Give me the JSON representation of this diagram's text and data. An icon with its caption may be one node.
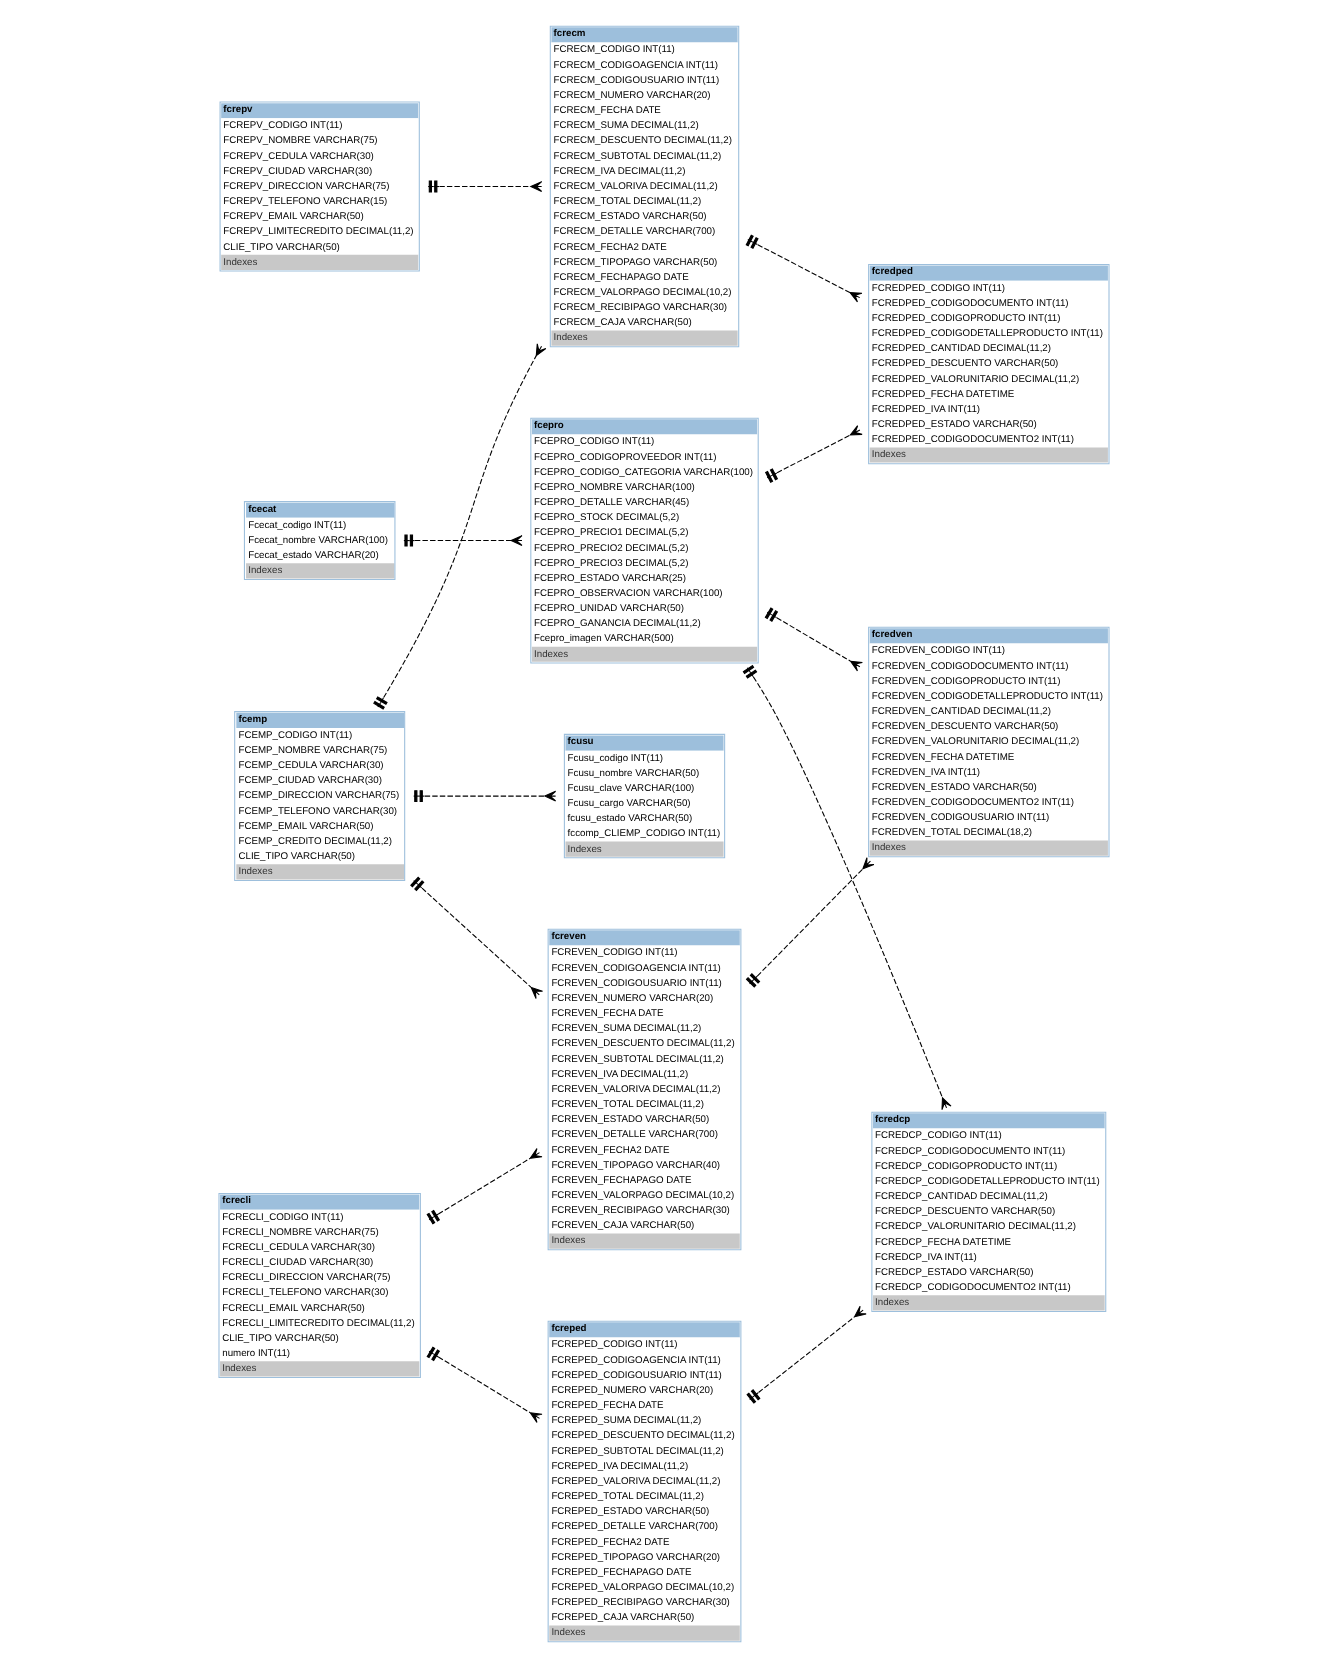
{
  "diagram": {
    "nodes": [
      {
        "text": [
          "fcrepv",
          "FCREPV_CODIGO INT(11)",
          "FCREPV_NOMBRE VARCHAR(75)",
          "FCREPV_CEDULA VARCHAR(30)",
          "FCREPV_CIUDAD VARCHAR(30)",
          "FCREPV_DIRECCION VARCHAR(75)",
          "FCREPV_TELEFONO VARCHAR(15)",
          "FCREPV_EMAIL VARCHAR(50)",
          "FCREPV_LIMITECREDITO DECIMAL(11,2)",
          "CLIE_TIPO VARCHAR(50)",
          "Indexes"
        ]
      },
      {
        "text": [
          "fcrecm",
          "FCRECM_CODIGO INT(11)",
          "FCRECM_CODIGOAGENCIA INT(11)",
          "FCRECM_CODIGOUSUARIO INT(11)",
          "FCRECM_NUMERO VARCHAR(20)",
          "FCRECM_FECHA DATE",
          "FCRECM_SUMA DECIMAL(11,2)",
          "FCRECM_DESCUENTO DECIMAL(11,2)",
          "FCRECM_SUBTOTAL DECIMAL(11,2)",
          "FCRECM_IVA DECIMAL(11,2)",
          "FCRECM_VALORIVA DECIMAL(11,2)",
          "FCRECM_TOTAL DECIMAL(11,2)",
          "FCRECM_ESTADO VARCHAR(50)",
          "FCRECM_DETALLE VARCHAR(700)",
          "FCRECM_FECHA2 DATE",
          "FCRECM_TIPOPAGO VARCHAR(50)",
          "FCRECM_FECHAPAGO DATE",
          "FCRECM_VALORPAGO DECIMAL(10,2)",
          "FCRECM_RECIBIPAGO VARCHAR(30)",
          "FCRECM_CAJA VARCHAR(50)",
          "Indexes"
        ]
      },
      {
        "text": [
          "fcusu",
          "Fcusu_codigo INT(11)",
          "Fcusu_nombre VARCHAR(50)",
          "Fcusu_clave VARCHAR(100)",
          "Fcusu_cargo VARCHAR(50)",
          "fcusu_estado VARCHAR(50)",
          "fccomp_CLIEMP_CODIGO INT(11)",
          "Indexes"
        ]
      },
      {
        "text": [
          "fcemp",
          "FCEMP_CODIGO INT(11)",
          "FCEMP_NOMBRE VARCHAR(75)",
          "FCEMP_CEDULA VARCHAR(30)",
          "FCEMP_CIUDAD VARCHAR(30)",
          "FCEMP_DIRECCION VARCHAR(75)",
          "FCEMP_TELEFONO VARCHAR(30)",
          "FCEMP_EMAIL VARCHAR(50)",
          "FCEMP_CREDITO DECIMAL(11,2)",
          "CLIE_TIPO VARCHAR(50)",
          "Indexes"
        ]
      },
      {
        "text": [
          "fcreven",
          "FCREVEN_CODIGO INT(11)",
          "FCREVEN_CODIGOAGENCIA INT(11)",
          "FCREVEN_CODIGOUSUARIO INT(11)",
          "FCREVEN_NUMERO VARCHAR(20)",
          "FCREVEN_FECHA DATE",
          "FCREVEN_SUMA DECIMAL(11,2)",
          "FCREVEN_DESCUENTO DECIMAL(11,2)",
          "FCREVEN_SUBTOTAL DECIMAL(11,2)",
          "FCREVEN_IVA DECIMAL(11,2)",
          "FCREVEN_VALORIVA DECIMAL(11,2)",
          "FCREVEN_TOTAL DECIMAL(11,2)",
          "FCREVEN_ESTADO VARCHAR(50)",
          "FCREVEN_DETALLE VARCHAR(700)",
          "FCREVEN_FECHA2 DATE",
          "FCREVEN_TIPOPAGO VARCHAR(40)",
          "FCREVEN_FECHAPAGO DATE",
          "FCREVEN_VALORPAGO DECIMAL(10,2)",
          "FCREVEN_RECIBIPAGO VARCHAR(30)",
          "FCREVEN_CAJA VARCHAR(50)",
          "Indexes"
        ]
      },
      {
        "text": [
          "fcrecli",
          "FCRECLI_CODIGO INT(11)",
          "FCRECLI_NOMBRE VARCHAR(75)",
          "FCRECLI_CEDULA VARCHAR(30)",
          "FCRECLI_CIUDAD VARCHAR(30)",
          "FCRECLI_DIRECCION VARCHAR(75)",
          "FCRECLI_TELEFONO VARCHAR(30)",
          "FCRECLI_EMAIL VARCHAR(50)",
          "FCRECLI_LIMITECREDITO DECIMAL(11,2)",
          "CLIE_TIPO VARCHAR(50)",
          "numero INT(11)",
          "Indexes"
        ]
      },
      {
        "text": [
          "fcredven",
          "FCREDVEN_CODIGO INT(11)",
          "FCREDVEN_CODIGODOCUMENTO INT(11)",
          "FCREDVEN_CODIGOPRODUCTO INT(11)",
          "FCREDVEN_CODIGODETALLEPRODUCTO INT(11)",
          "FCREDVEN_CANTIDAD DECIMAL(11,2)",
          "FCREDVEN_DESCUENTO VARCHAR(50)",
          "FCREDVEN_VALORUNITARIO DECIMAL(11,2)",
          "FCREDVEN_FECHA DATETIME",
          "FCREDVEN_IVA INT(11)",
          "FCREDVEN_ESTADO VARCHAR(50)",
          "FCREDVEN_CODIGODOCUMENTO2 INT(11)",
          "FCREDVEN_CODIGOUSUARIO INT(11)",
          "FCREDVEN_TOTAL DECIMAL(18,2)",
          "Indexes"
        ]
      },
      {
        "text": [
          "fcreped",
          "FCREPED_CODIGO INT(11)",
          "FCREPED_CODIGOAGENCIA INT(11)",
          "FCREPED_CODIGOUSUARIO INT(11)",
          "FCREPED_NUMERO VARCHAR(20)",
          "FCREPED_FECHA DATE",
          "FCREPED_SUMA DECIMAL(11,2)",
          "FCREPED_DESCUENTO DECIMAL(11,2)",
          "FCREPED_SUBTOTAL DECIMAL(11,2)",
          "FCREPED_IVA DECIMAL(11,2)",
          "FCREPED_VALORIVA DECIMAL(11,2)",
          "FCREPED_TOTAL DECIMAL(11,2)",
          "FCREPED_ESTADO VARCHAR(50)",
          "FCREPED_DETALLE VARCHAR(700)",
          "FCREPED_FECHA2 DATE",
          "FCREPED_TIPOPAGO VARCHAR(20)",
          "FCREPED_FECHAPAGO DATE",
          "FCREPED_VALORPAGO DECIMAL(10,2)",
          "FCREPED_RECIBIPAGO VARCHAR(30)",
          "FCREPED_CAJA VARCHAR(50)",
          "Indexes"
        ]
      },
      {
        "text": [
          "fcredped",
          "FCREDPED_CODIGO INT(11)",
          "FCREDPED_CODIGODOCUMENTO INT(11)",
          "FCREDPED_CODIGOPRODUCTO INT(11)",
          "FCREDPED_CODIGODETALLEPRODUCTO INT(11)",
          "FCREDPED_CANTIDAD DECIMAL(11,2)",
          "FCREDPED_DESCUENTO VARCHAR(50)",
          "FCREDPED_VALORUNITARIO DECIMAL(11,2)",
          "FCREDPED_FECHA DATETIME",
          "FCREDPED_IVA INT(11)",
          "FCREDPED_ESTADO VARCHAR(50)",
          "FCREDPED_CODIGODOCUMENTO2 INT(11)",
          "Indexes"
        ]
      },
      {
        "text": [
          "fcredcp",
          "FCREDCP_CODIGO INT(11)",
          "FCREDCP_CODIGODOCUMENTO INT(11)",
          "FCREDCP_CODIGOPRODUCTO INT(11)",
          "FCREDCP_CODIGODETALLEPRODUCTO INT(11)",
          "FCREDCP_CANTIDAD DECIMAL(11,2)",
          "FCREDCP_DESCUENTO VARCHAR(50)",
          "FCREDCP_VALORUNITARIO DECIMAL(11,2)",
          "FCREDCP_FECHA DATETIME",
          "FCREDCP_IVA INT(11)",
          "FCREDCP_ESTADO VARCHAR(50)",
          "FCREDCP_CODIGODOCUMENTO2 INT(11)",
          "Indexes"
        ]
      },
      {
        "text": [
          "fcepro",
          "FCEPRO_CODIGO INT(11)",
          "FCEPRO_CODIGOPROVEEDOR INT(11)",
          "FCEPRO_CODIGO_CATEGORIA VARCHAR(100)",
          "FCEPRO_NOMBRE VARCHAR(100)",
          "FCEPRO_DETALLE VARCHAR(45)",
          "FCEPRO_STOCK DECIMAL(5,2)",
          "FCEPRO_PRECIO1 DECIMAL(5,2)",
          "FCEPRO_PRECIO2 DECIMAL(5,2)",
          "FCEPRO_PRECIO3 DECIMAL(5,2)",
          "FCEPRO_ESTADO VARCHAR(25)",
          "FCEPRO_OBSERVACION VARCHAR(100)",
          "FCEPRO_UNIDAD VARCHAR(50)",
          "FCEPRO_GANANCIA DECIMAL(11,2)",
          "Fcepro_imagen VARCHAR(500)",
          "Indexes"
        ]
      },
      {
        "text": [
          "fcecat",
          "Fcecat_codigo INT(11)",
          "Fcecat_nombre VARCHAR(100)",
          "Fcecat_estado VARCHAR(20)",
          "Indexes"
        ]
      }
    ],
    "edges": [
      {
        "from": 5,
        "to": 4,
        "arrow": "other",
        "style": "dashed"
      },
      {
        "from": 5,
        "to": 7,
        "arrow": "other",
        "style": "dashed"
      },
      {
        "from": 3,
        "to": 4,
        "arrow": "other",
        "style": "dashed"
      },
      {
        "from": 4,
        "to": 6,
        "arrow": "other",
        "style": "dashed"
      },
      {
        "from": 7,
        "to": 9,
        "arrow": "other",
        "style": "dashed"
      },
      {
        "from": 3,
        "to": 2,
        "arrow": "other",
        "style": "dashed"
      },
      {
        "from": 3,
        "to": 1,
        "arrow": "other",
        "style": "dashed"
      },
      {
        "from": 1,
        "to": 8,
        "arrow": "other",
        "style": "dashed"
      },
      {
        "from": 0,
        "to": 1,
        "arrow": "other",
        "style": "dashed"
      },
      {
        "from": 10,
        "to": 8,
        "arrow": "other",
        "style": "dashed"
      },
      {
        "from": 10,
        "to": 6,
        "arrow": "other",
        "style": "dashed"
      },
      {
        "from": 10,
        "to": 9,
        "arrow": "other",
        "style": "dashed"
      },
      {
        "from": 11,
        "to": 10,
        "arrow": "other",
        "style": "dashed"
      }
    ]
  }
}
